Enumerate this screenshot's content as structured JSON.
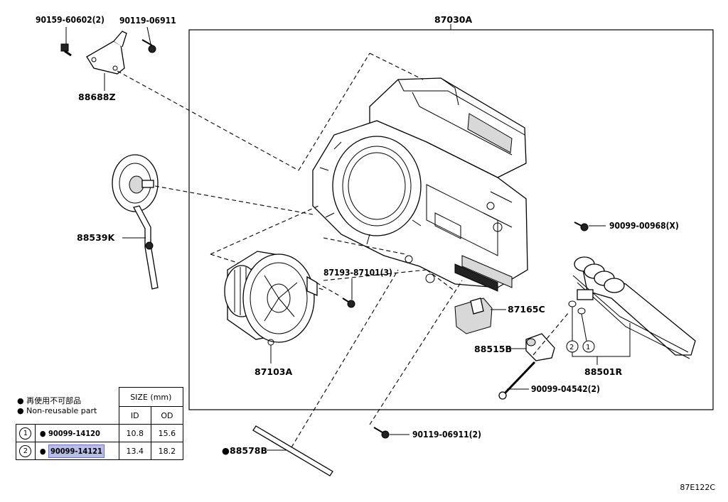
{
  "diagram": {
    "main_assembly": "87030A",
    "labels": {
      "p90159": "90159-60602(2)",
      "p90119_top": "90119-06911",
      "p88688z": "88688Z",
      "p88539k": "88539K",
      "p90099_00968": "90099-00968(X)",
      "p87193": "87193-87101(3)",
      "p87165c": "87165C",
      "p88515b": "88515B",
      "p87103a": "87103A",
      "p88501r": "88501R",
      "p90099_04542": "90099-04542(2)",
      "p90119_bottom": "90119-06911(2)",
      "p88578b": "88578B",
      "bullet": "●",
      "circle1": "1",
      "circle2": "2"
    }
  },
  "legend": {
    "note_jp": "再使用不可部品",
    "note_en": "Non-reusable part",
    "bullet": "●",
    "size_header": "SIZE (mm)",
    "id_header": "ID",
    "od_header": "OD",
    "rows": [
      {
        "index": "1",
        "part_number": "90099-14120",
        "id": "10.8",
        "od": "15.6",
        "highlighted": false
      },
      {
        "index": "2",
        "part_number": "90099-14121",
        "id": "13.4",
        "od": "18.2",
        "highlighted": true
      }
    ]
  },
  "reference_code": "87E122C",
  "colors": {
    "highlight": "#b8bde6",
    "line": "#000000",
    "background": "#ffffff"
  }
}
